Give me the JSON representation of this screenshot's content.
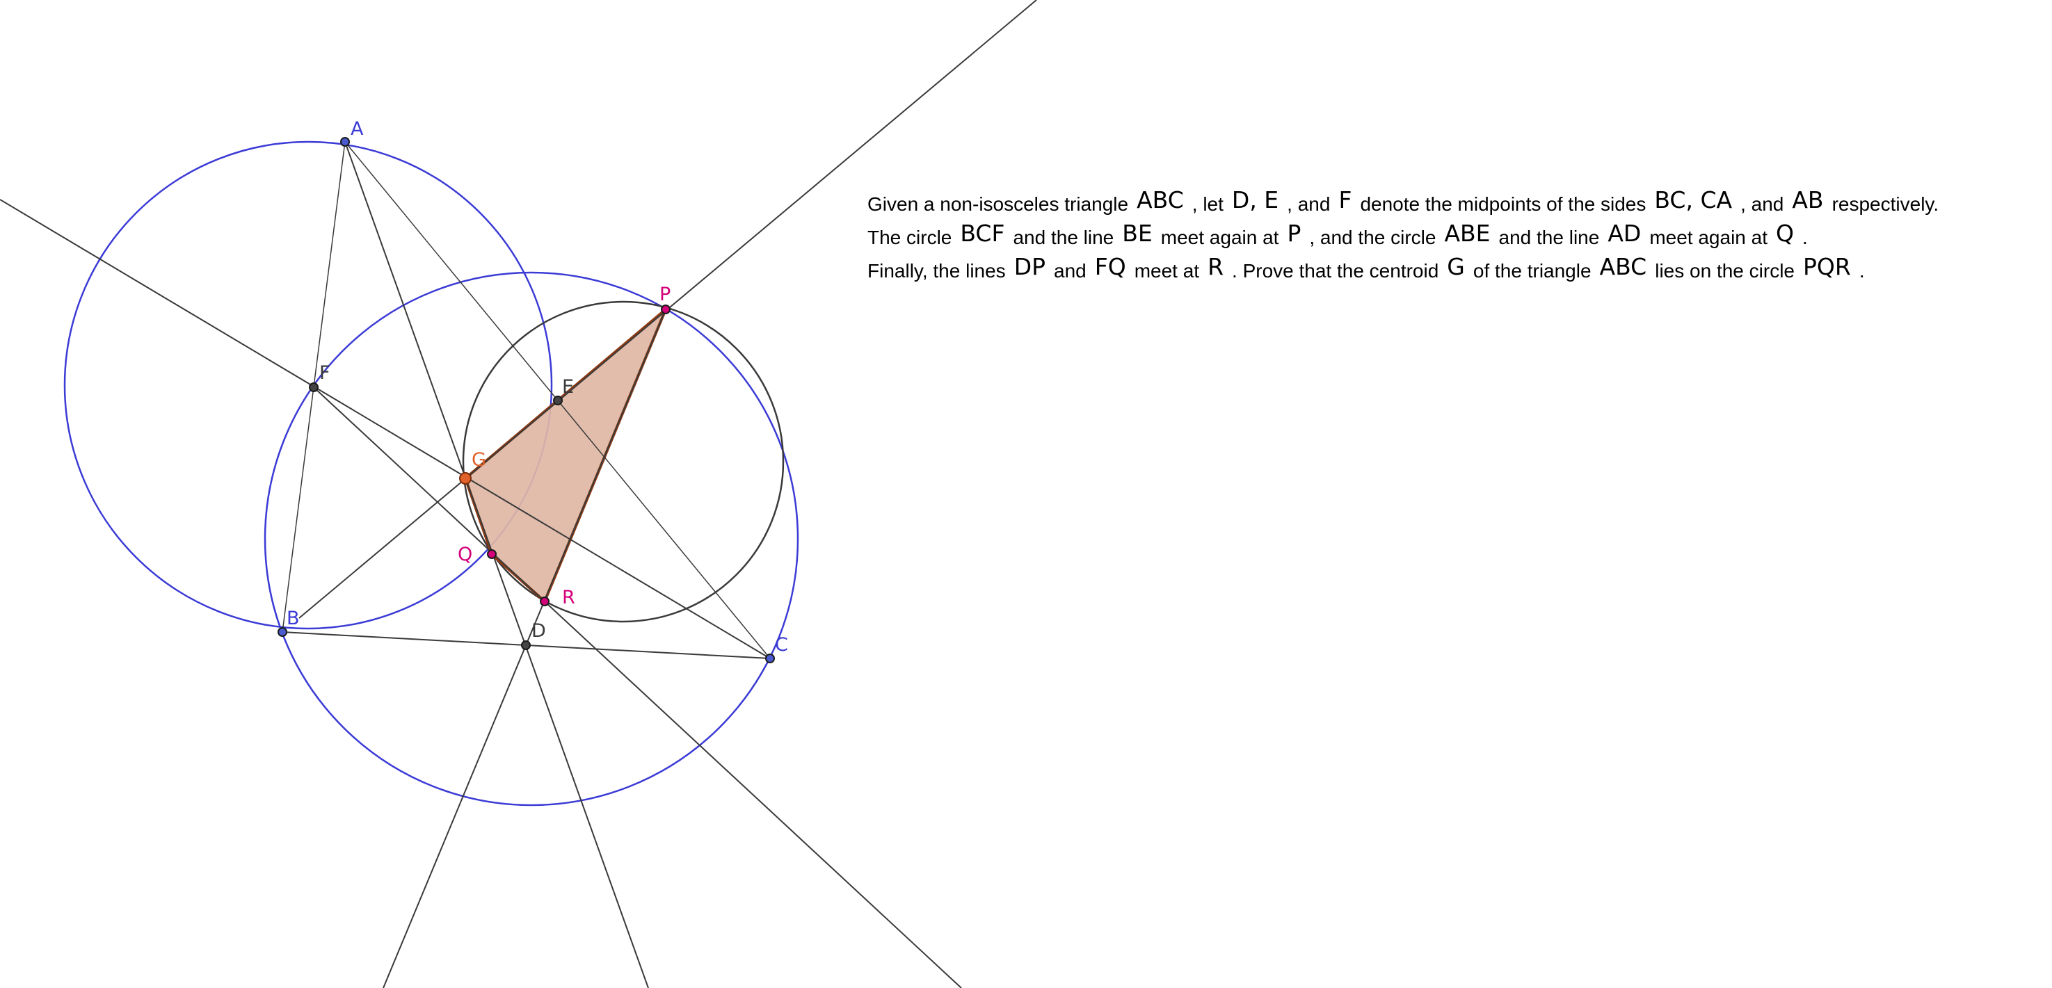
{
  "colors": {
    "blue": "#3b3bd6",
    "dark": "#3a3a3a",
    "magenta": "#d4007a",
    "orange": "#e0622a",
    "triangle_fill": "#dfb7a5",
    "triangle_stroke": "#8e3a12"
  },
  "labels": {
    "A": "A",
    "B": "B",
    "C": "C",
    "D": "D",
    "E": "E",
    "F": "F",
    "G": "G",
    "P": "P",
    "Q": "Q",
    "R": "R"
  },
  "statement": {
    "line1": {
      "t1": "Given a non-isosceles triangle",
      "m1": "ABC",
      "t2": ", let",
      "m2": "D, E",
      "t3": ", and",
      "m3": "F",
      "t4": "denote the midpoints of the sides",
      "m4": "BC, CA",
      "t5": ", and",
      "m5": "AB",
      "t6": "respectively."
    },
    "line2": {
      "t1": "The circle",
      "m1": "BCF",
      "t2": "and the line",
      "m2": "BE",
      "t3": "meet again at",
      "m3": "P",
      "t4": ", and the circle",
      "m4": "ABE",
      "t5": "and the line",
      "m5": "AD",
      "t6": "meet again at",
      "m6": "Q",
      "t7": "."
    },
    "line3": {
      "t1": "Finally, the lines",
      "m1": "DP",
      "t2": "and",
      "m2": "FQ",
      "t3": "meet at",
      "m3": "R",
      "t4": ". Prove that the centroid",
      "m4": "G",
      "t5": "of the triangle",
      "m5": "ABC",
      "t6": "lies on the circle",
      "m6": "PQR",
      "t7": "."
    }
  }
}
